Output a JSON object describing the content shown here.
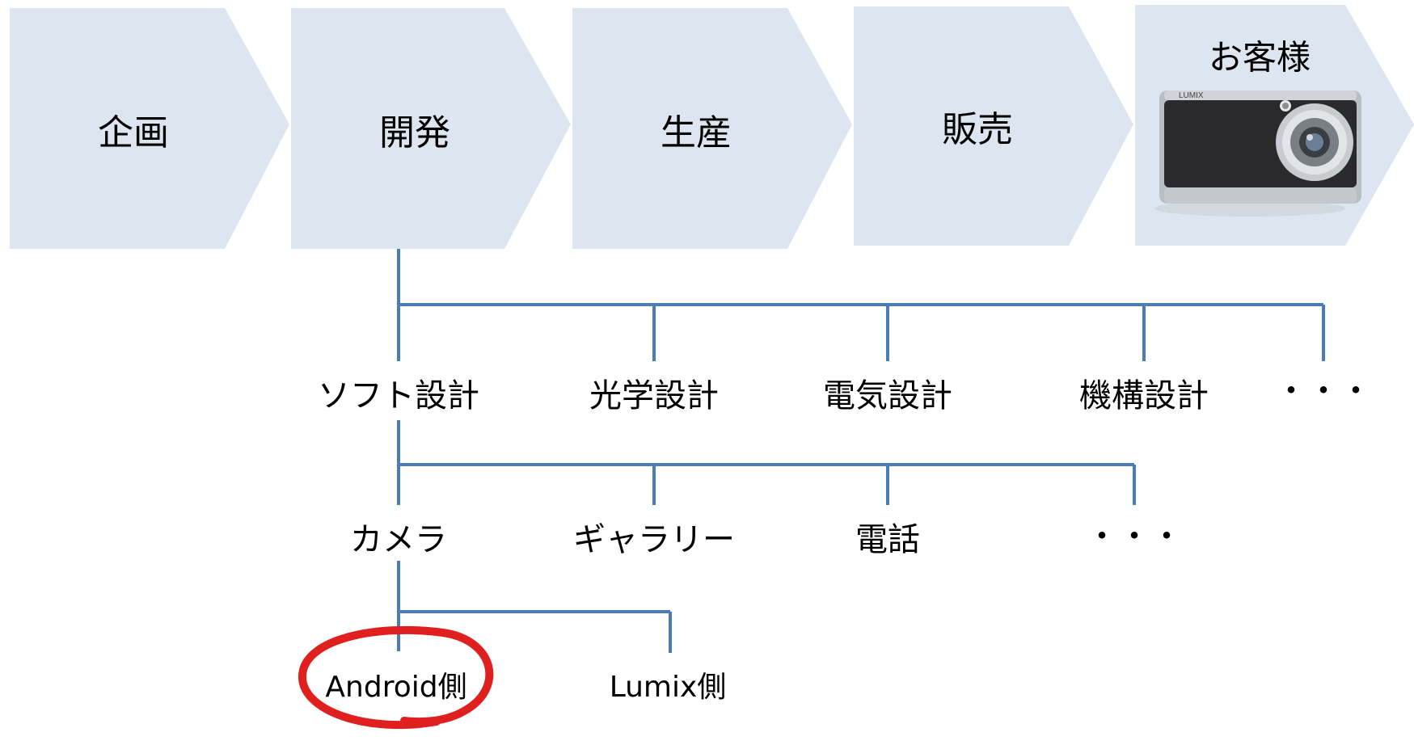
{
  "stages": [
    "企画",
    "開発",
    "生産",
    "販売",
    "お客様"
  ],
  "disciplines": [
    "ソフト設計",
    "光学設計",
    "電気設計",
    "機構設計",
    "・・・"
  ],
  "software_modules": [
    "カメラ",
    "ギャラリー",
    "電話",
    "・・・"
  ],
  "camera_sides": [
    "Android側",
    "Lumix側"
  ],
  "camera_brand": "LUMIX",
  "colors": {
    "chevron": "#dce5f0",
    "line": "#4a7bbb",
    "circle": "#e0201e"
  }
}
